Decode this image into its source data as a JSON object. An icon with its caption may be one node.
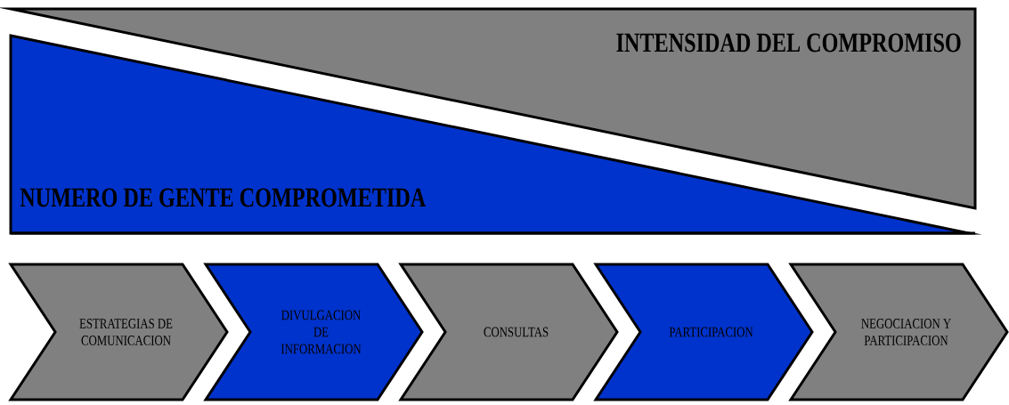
{
  "diagram": {
    "nodes": [
      {
        "text": [
          "INTENSIDAD DEL COMPROMISO"
        ]
      },
      {
        "text": [
          "NUMERO DE GENTE COMPROMETIDA"
        ]
      },
      {
        "text": [
          "ESTRATEGIAS DE COMUNICACION"
        ]
      },
      {
        "text": [
          "DIVULGACION DE INFORMACION"
        ]
      },
      {
        "text": [
          "CONSULTAS"
        ]
      },
      {
        "text": [
          "PARTICIPACION"
        ]
      },
      {
        "text": [
          "NEGOCIACION Y PARTICIPACION"
        ]
      }
    ]
  }
}
